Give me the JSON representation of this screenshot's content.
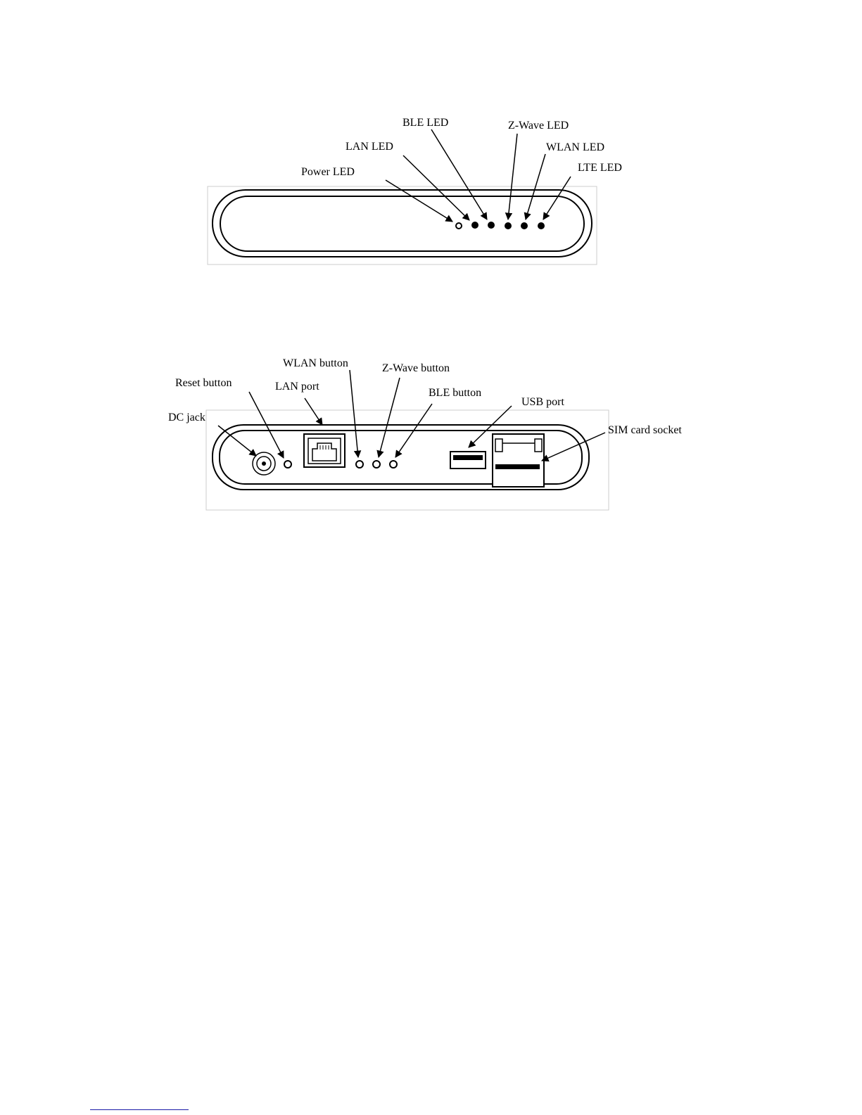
{
  "front_panel": {
    "leds": [
      {
        "label": "Power LED"
      },
      {
        "label": "LAN LED"
      },
      {
        "label": "BLE LED"
      },
      {
        "label": "Z-Wave LED"
      },
      {
        "label": "WLAN LED"
      },
      {
        "label": "LTE LED"
      }
    ]
  },
  "rear_panel": {
    "parts": [
      {
        "label": "DC jack"
      },
      {
        "label": "Reset button"
      },
      {
        "label": "LAN port"
      },
      {
        "label": "WLAN button"
      },
      {
        "label": "Z-Wave button"
      },
      {
        "label": "BLE button"
      },
      {
        "label": "USB port"
      },
      {
        "label": "SIM card socket"
      }
    ]
  },
  "colors": {
    "ink": "#000000",
    "frame": "#cccccc",
    "footer_rule": "#1a1aa8"
  }
}
